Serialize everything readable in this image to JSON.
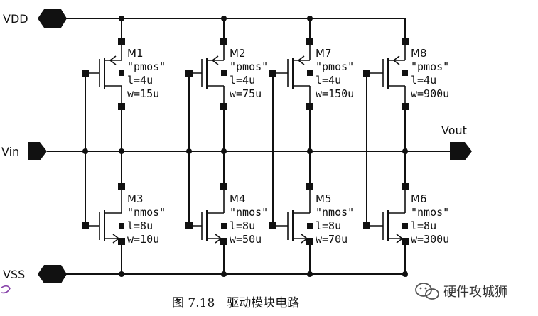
{
  "pins": {
    "vdd": "VDD",
    "vss": "VSS",
    "vin": "Vin",
    "vout": "Vout"
  },
  "transistors": [
    {
      "name": "M1",
      "type": "\"pmos\"",
      "l": "l=4u",
      "w": "w=15u"
    },
    {
      "name": "M2",
      "type": "\"pmos\"",
      "l": "l=4u",
      "w": "w=75u"
    },
    {
      "name": "M7",
      "type": "\"pmos\"",
      "l": "l=4u",
      "w": "w=150u"
    },
    {
      "name": "M8",
      "type": "\"pmos\"",
      "l": "l=4u",
      "w": "w=900u"
    },
    {
      "name": "M3",
      "type": "\"nmos\"",
      "l": "l=8u",
      "w": "w=10u"
    },
    {
      "name": "M4",
      "type": "\"nmos\"",
      "l": "l=8u",
      "w": "w=50u"
    },
    {
      "name": "M5",
      "type": "\"nmos\"",
      "l": "l=8u",
      "w": "w=70u"
    },
    {
      "name": "M6",
      "type": "\"nmos\"",
      "l": "l=8u",
      "w": "w=300u"
    }
  ],
  "caption": "图 7.18　驱动模块电路",
  "watermark": "硬件攻城狮"
}
